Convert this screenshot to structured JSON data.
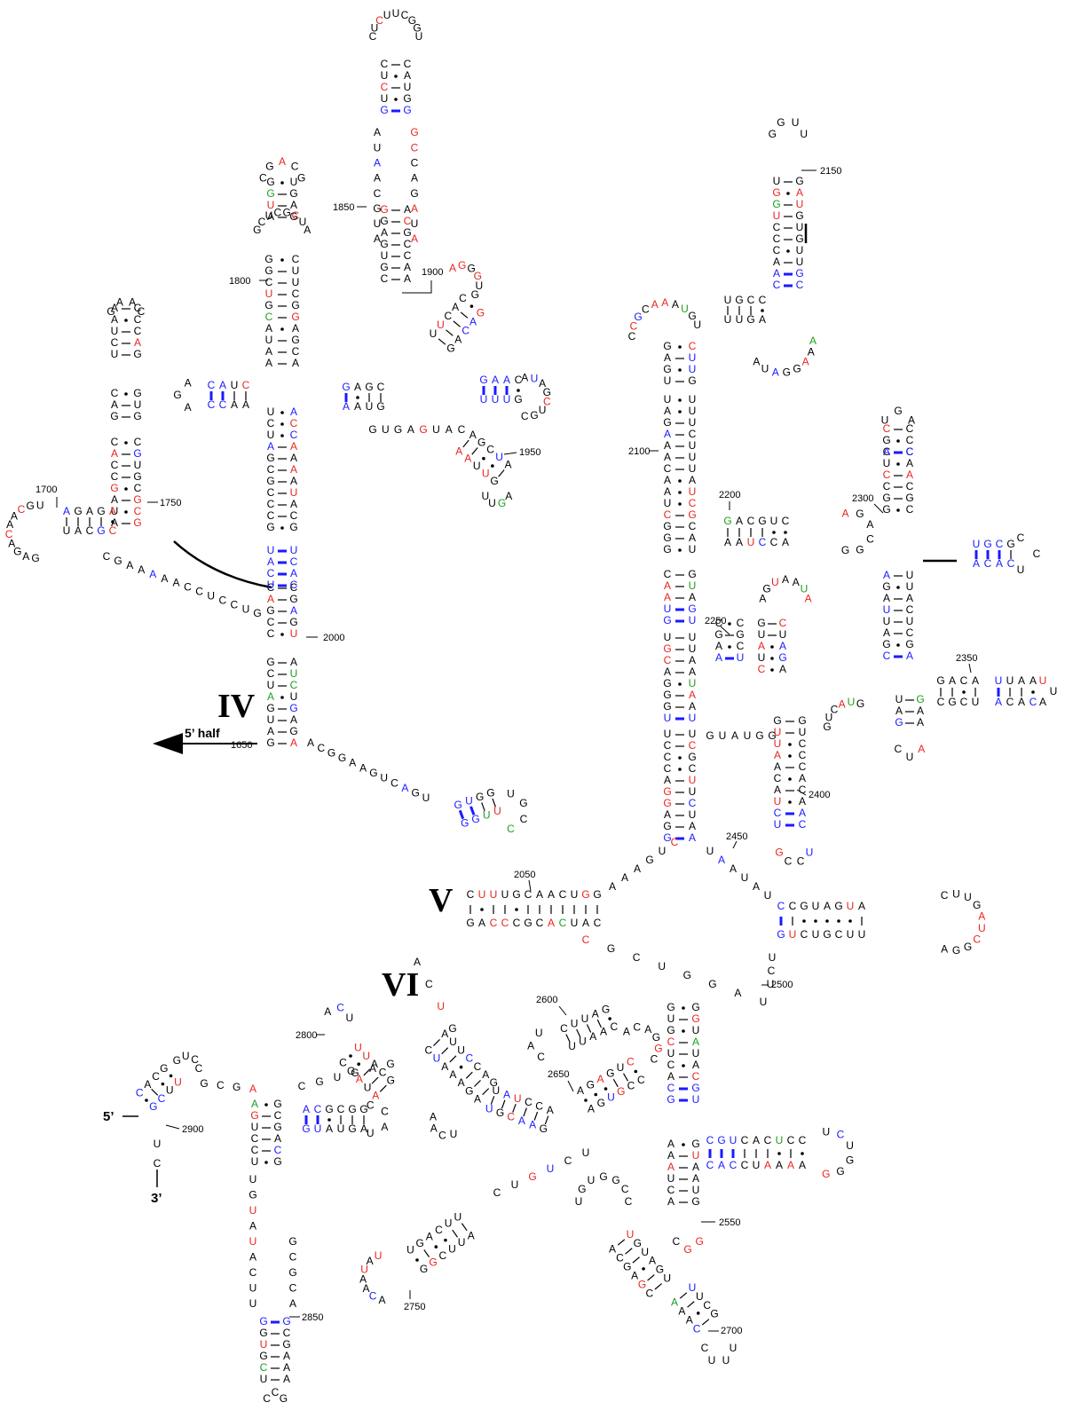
{
  "domains": [
    {
      "id": "domain-iv",
      "label": "IV"
    },
    {
      "id": "domain-v",
      "label": "V"
    },
    {
      "id": "domain-vi",
      "label": "VI"
    }
  ],
  "arrow_label": "5’ half",
  "ends": {
    "five_prime": "5’",
    "three_prime": "3’"
  },
  "position_labels": [
    "1650",
    "1700",
    "1750",
    "1800",
    "1850",
    "1900",
    "1950",
    "2000",
    "2050",
    "2100",
    "2150",
    "2200",
    "2250",
    "2300",
    "2350",
    "2400",
    "2450",
    "2500",
    "2550",
    "2600",
    "2650",
    "2700",
    "2750",
    "2800",
    "2850",
    "2900"
  ],
  "colors": {
    "default_nt": "#000000",
    "variable_nt": "#e8251f",
    "conserved_nt": "#1a1aff",
    "covariant_nt": "#1e9e1e"
  }
}
